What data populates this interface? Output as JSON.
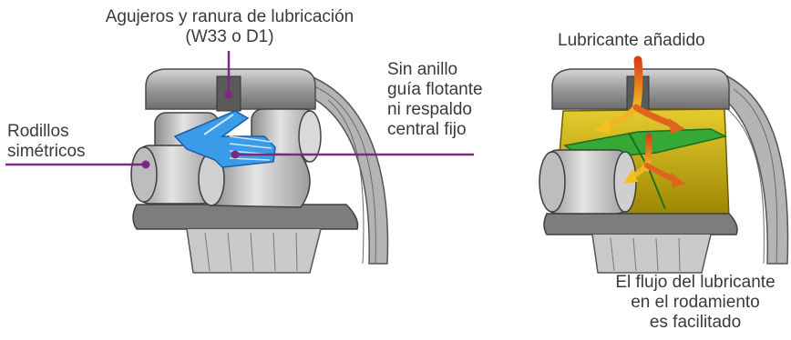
{
  "labels": {
    "lube_holes": [
      "Agujeros y ranura de lubricación",
      "(W33 o D1)"
    ],
    "no_guide_ring": [
      "Sin anillo",
      "guía flotante",
      "ni respaldo",
      "central fijo"
    ],
    "symmetric_rollers": [
      "Rodillos",
      "simétricos"
    ],
    "lubricant_added": "Lubricante añadido",
    "flow_facilitated": [
      "El flujo del lubricante",
      "en el rodamiento",
      "es facilitado"
    ]
  },
  "colors": {
    "callout_line": "#7b2a7f",
    "blue_highlight": "#2f8fe0",
    "lubricant_yellow": "#c9a800",
    "lubricant_green": "#2e9e2e",
    "arrow_orange": "#e0641e",
    "steel_grey": "#8a8a8a"
  }
}
